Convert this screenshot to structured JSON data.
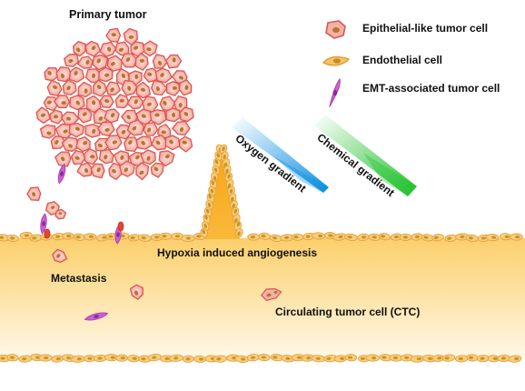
{
  "labels": {
    "primary_tumor": "Primary tumor",
    "oxygen_gradient": "Oxygen gradient",
    "chemical_gradient": "Chemical gradient",
    "hypoxia": "Hypoxia induced angiogenesis",
    "metastasis": "Metastasis",
    "ctc": "Circulating tumor cell (CTC)"
  },
  "legend": [
    {
      "label": "Epithelial-like tumor cell",
      "icon": "epithelial-cell-icon"
    },
    {
      "label": "Endothelial cell",
      "icon": "endothelial-cell-icon"
    },
    {
      "label": "EMT-associated tumor cell",
      "icon": "emt-cell-icon"
    }
  ],
  "colors": {
    "tumor_cell_fill": "#f2a8a0",
    "tumor_cell_edge": "#d9584f",
    "nucleus": "#b8762a",
    "vessel_fill": "#f8b833",
    "vessel_light": "#fde4a6",
    "endothelial": "#efa63a",
    "emt": "#c64fc9",
    "oxygen": "#1ca0e8",
    "chemical": "#2fcb3c"
  }
}
